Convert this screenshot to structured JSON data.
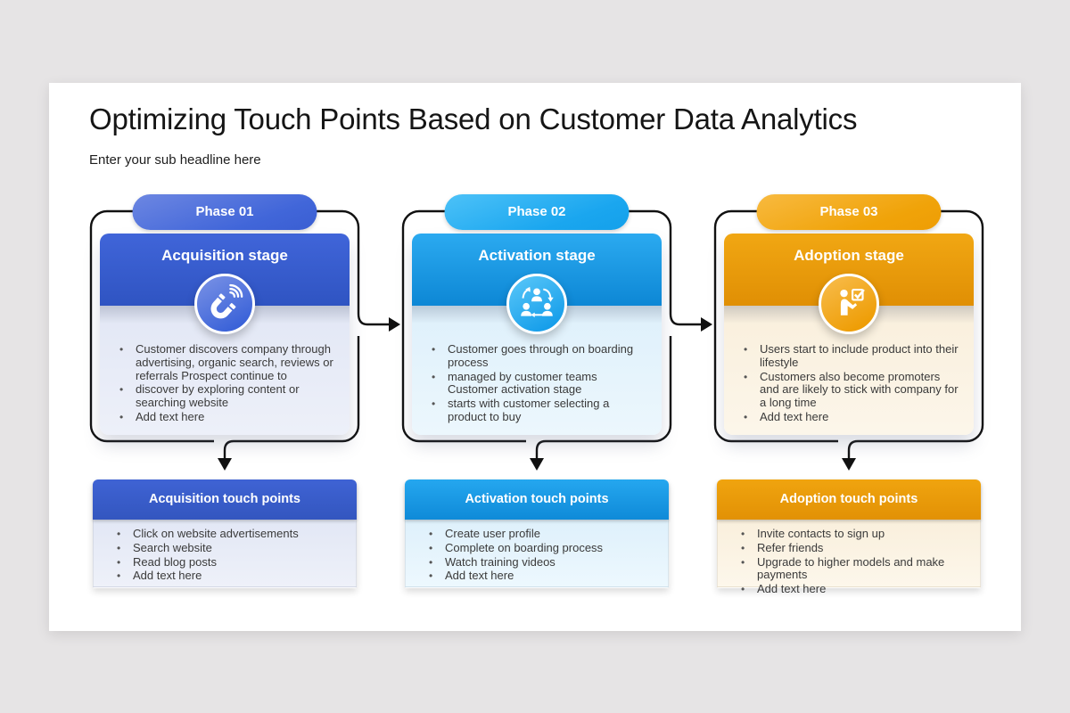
{
  "page": {
    "background_color": "#e6e4e5",
    "slide_background": "#ffffff",
    "connector_color": "#111111"
  },
  "header": {
    "title": "Optimizing Touch Points Based on Customer Data Analytics",
    "subtitle": "Enter your sub headline here"
  },
  "phases": [
    {
      "id": "phase-1",
      "pill_label": "Phase 01",
      "stage_title": "Acquisition stage",
      "icon": "magnet-icon",
      "accent": "#3f63d7",
      "body_color": "#e2e7f5",
      "stage_bullets": [
        "Customer discovers company through advertising, organic search, reviews or referrals Prospect continue to",
        "discover by exploring content or searching website",
        "Add text here"
      ],
      "touch_title": "Acquisition touch points",
      "touch_bullets": [
        "Click on website advertisements",
        "Search website",
        "Read blog posts",
        "Add text here"
      ]
    },
    {
      "id": "phase-2",
      "pill_label": "Phase 02",
      "stage_title": "Activation stage",
      "icon": "team-cycle-icon",
      "accent": "#18a4ee",
      "body_color": "#def0fb",
      "stage_bullets": [
        "Customer goes through on boarding process",
        "managed by customer teams Customer activation stage",
        "starts with customer  selecting a product to buy"
      ],
      "touch_title": "Activation touch points",
      "touch_bullets": [
        "Create user profile",
        "Complete on boarding process",
        "Watch training videos",
        "Add text here"
      ]
    },
    {
      "id": "phase-3",
      "pill_label": "Phase 03",
      "stage_title": "Adoption stage",
      "icon": "presenter-checkbox-icon",
      "accent": "#ef9f05",
      "body_color": "#f9efdc",
      "stage_bullets": [
        "Users start to include product into their lifestyle",
        "Customers also become promoters and are likely to stick with company for a long time",
        "Add text here"
      ],
      "touch_title": "Adoption touch points",
      "touch_bullets": [
        "Invite contacts to sign up",
        "Refer friends",
        "Upgrade to higher models and make payments",
        "Add text here"
      ]
    }
  ]
}
